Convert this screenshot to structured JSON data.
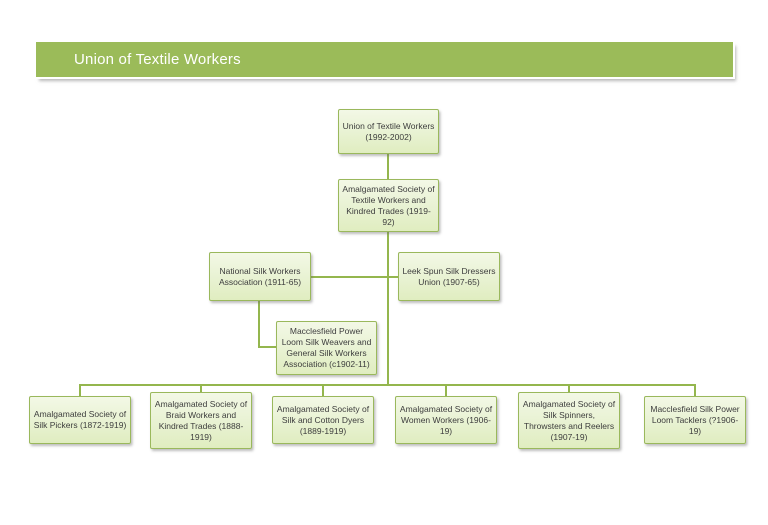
{
  "header": {
    "title": "Union of Textile Workers"
  },
  "palette": {
    "banner_green": "#9bbb59",
    "banner_text": "#ffffff",
    "node_border": "#9ab85c",
    "node_fill_top": "#f3f8e6",
    "node_fill_bottom": "#e0edc0",
    "connector_green": "#94b64e",
    "node_text": "#3d3d3d"
  },
  "org_chart": {
    "type": "organizational-tree",
    "nodes": [
      {
        "id": "union-of-textile-workers",
        "label": "Union of Textile Workers (1992-2002)",
        "parent": null
      },
      {
        "id": "amalgamated-society-of-textile-workers",
        "label": "Amalgamated Society of Textile Workers and Kindred Trades (1919-92)",
        "parent": "union-of-textile-workers"
      },
      {
        "id": "national-silk-workers-association",
        "label": "National Silk Workers Association (1911-65)",
        "parent": "amalgamated-society-of-textile-workers"
      },
      {
        "id": "leek-spun-silk-dressers-union",
        "label": "Leek Spun Silk Dressers Union (1907-65)",
        "parent": "amalgamated-society-of-textile-workers"
      },
      {
        "id": "macclesfield-power-loom-silk-weavers",
        "label": "Macclesfield Power Loom Silk Weavers and General Silk Workers Association (c1902-11)",
        "parent": "national-silk-workers-association"
      },
      {
        "id": "amalgamated-society-of-silk-pickers",
        "label": "Amalgamated Society of Silk Pickers (1872-1919)",
        "parent": "amalgamated-society-of-textile-workers"
      },
      {
        "id": "amalgamated-society-of-braid-workers",
        "label": "Amalgamated Society of Braid Workers and Kindred Trades (1888-1919)",
        "parent": "amalgamated-society-of-textile-workers"
      },
      {
        "id": "amalgamated-society-of-silk-and-cotton-dyers",
        "label": "Amalgamated Society of Silk and Cotton Dyers (1889-1919)",
        "parent": "amalgamated-society-of-textile-workers"
      },
      {
        "id": "amalgamated-society-of-women-workers",
        "label": "Amalgamated Society of Women Workers (1906-19)",
        "parent": "amalgamated-society-of-textile-workers"
      },
      {
        "id": "amalgamated-society-of-silk-spinners",
        "label": "Amalgamated Society of Silk Spinners, Throwsters and Reelers (1907-19)",
        "parent": "amalgamated-society-of-textile-workers"
      },
      {
        "id": "macclesfield-silk-power-loom-tacklers",
        "label": "Macclesfield Silk Power Loom Tacklers (?1906-19)",
        "parent": "amalgamated-society-of-textile-workers"
      }
    ]
  }
}
